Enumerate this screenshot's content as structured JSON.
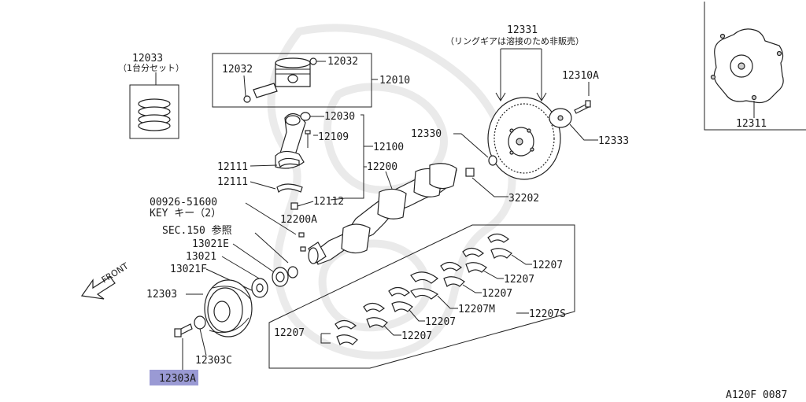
{
  "labels": {
    "p12331": "12331",
    "p12331_note": "（リングギアは溶接のため非販売）",
    "p12033": "12033",
    "p12033_note": "（1台分セット）",
    "p12032a": "12032",
    "p12032b": "12032",
    "p12010": "12010",
    "p12310A": "12310A",
    "p12030": "12030",
    "p12109": "12109",
    "p12100": "12100",
    "p12330": "12330",
    "p12333": "12333",
    "p12311": "12311",
    "p12111a": "12111",
    "p12111b": "12111",
    "p12200": "12200",
    "p12112": "12112",
    "p00926": "00926-51600",
    "key_note": "KEY キー（2）",
    "p32202": "32202",
    "p12200A": "12200A",
    "sec150": "SEC.150 参照",
    "p13021E": "13021E",
    "p13021": "13021",
    "p13021F": "13021F",
    "p12303": "12303",
    "p12303C": "12303C",
    "p12303A": "12303A",
    "p12207_1": "12207",
    "p12207_2": "12207",
    "p12207_3": "12207",
    "p12207M": "12207M",
    "p12207_4": "12207",
    "p12207_5": "12207",
    "p12207_6": "12207",
    "p12207S": "12207S",
    "front": "FRONT",
    "code": "A120F 0087"
  },
  "highlight_color": "#9a9ad4"
}
